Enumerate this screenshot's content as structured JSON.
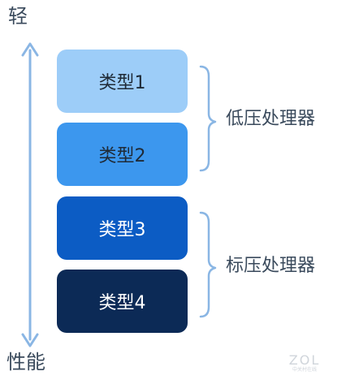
{
  "axis": {
    "top_label": "轻",
    "bottom_label": "性能",
    "color": "#8ab6e4"
  },
  "types": [
    {
      "label": "类型1",
      "color": "#9dcdf8"
    },
    {
      "label": "类型2",
      "color": "#3c97ee"
    },
    {
      "label": "类型3",
      "color": "#0c5cc4"
    },
    {
      "label": "类型4",
      "color": "#0c2a56"
    }
  ],
  "groups": {
    "low_power": "低压处理器",
    "standard": "标压处理器"
  },
  "watermark": {
    "logo": "ZOL",
    "sub": "中关村在线"
  }
}
